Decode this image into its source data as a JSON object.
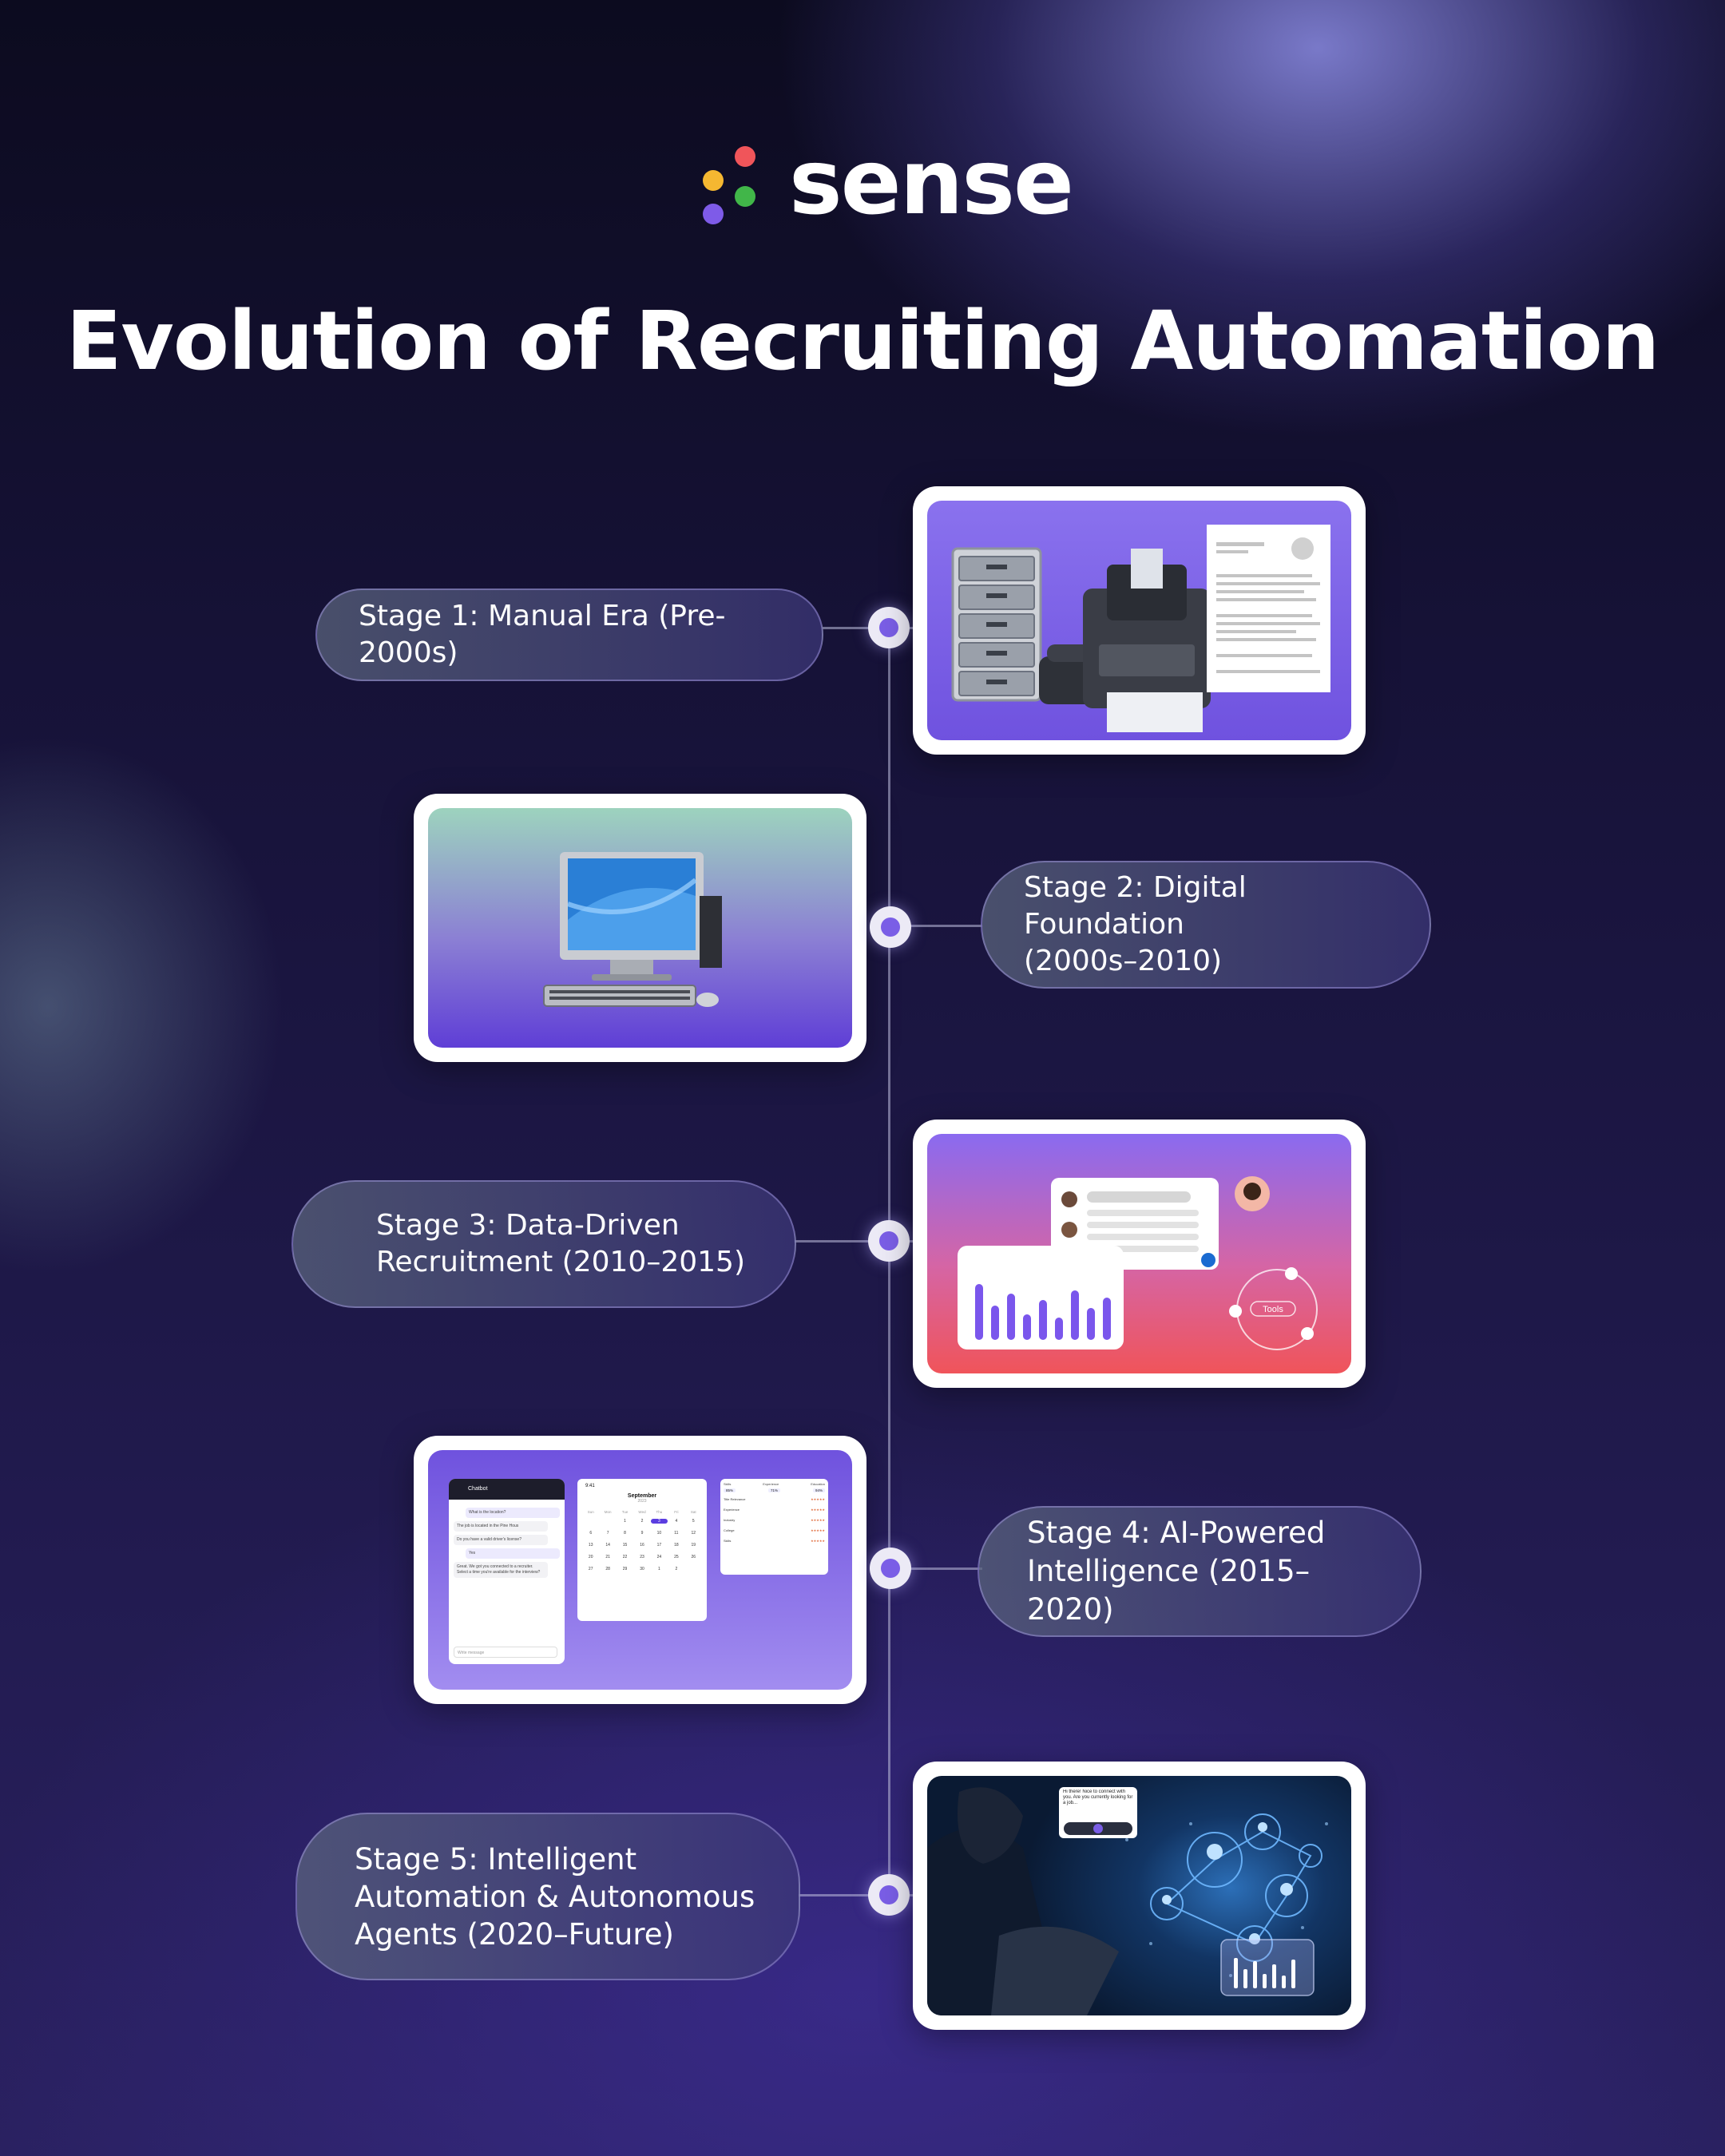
{
  "brand": {
    "name": "sense",
    "dot_colors": [
      "#f5b731",
      "#f0555a",
      "#41b649",
      "#7e5be8"
    ]
  },
  "title": "Evolution of Recruiting Automation",
  "stages": [
    {
      "label": "Stage 1: Manual Era (Pre-2000s)",
      "image": "filing-cabinet-fax-resume"
    },
    {
      "label": "Stage 2: Digital Foundation\n(2000s–2010)",
      "image": "desktop-computer"
    },
    {
      "label": "Stage 3: Data-Driven\nRecruitment (2010–2015)",
      "image": "analytics-profiles-tools"
    },
    {
      "label": "Stage 4: AI-Powered\nIntelligence (2015–2020)",
      "image": "chatbot-calendar-scorecard"
    },
    {
      "label": "Stage 5: Intelligent\nAutomation & Autonomous\nAgents (2020–Future)",
      "image": "ai-agent-network"
    }
  ],
  "stage3_card": {
    "tools_label": "Tools"
  },
  "stage4_card": {
    "chat_header": "Chatbot",
    "chat_messages": [
      "What is the location?",
      "The job is located in the Pine Hous",
      "Do you have a valid driver's license?",
      "Yes",
      "Great. We got you connected to a recruiter. Select a time you're available for the interview?"
    ],
    "chat_input_placeholder": "Write message",
    "calendar_time": "9:41",
    "calendar_month": "September",
    "calendar_year": "2023",
    "calendar_weekdays": [
      "Sun",
      "Mon",
      "Tue",
      "Wed",
      "Thu",
      "Fri",
      "Sat"
    ],
    "calendar_days": [
      "",
      "",
      "1",
      "2",
      "3",
      "4",
      "5",
      "6",
      "7",
      "8",
      "9",
      "10",
      "11",
      "12",
      "13",
      "14",
      "15",
      "16",
      "17",
      "18",
      "19",
      "20",
      "21",
      "22",
      "23",
      "24",
      "25",
      "26",
      "27",
      "28",
      "29",
      "30",
      "1",
      "2",
      ""
    ],
    "score_headers": [
      "Skills",
      "Experience",
      "Education"
    ],
    "score_values": [
      "85%",
      "71%",
      "94%"
    ],
    "score_rows": [
      "Title Relevance",
      "Experience",
      "Industry",
      "College",
      "Skills"
    ]
  },
  "stage5_card": {
    "chat_text": "Hi there! Nice to connect with you. Are you currently looking for a job..."
  }
}
